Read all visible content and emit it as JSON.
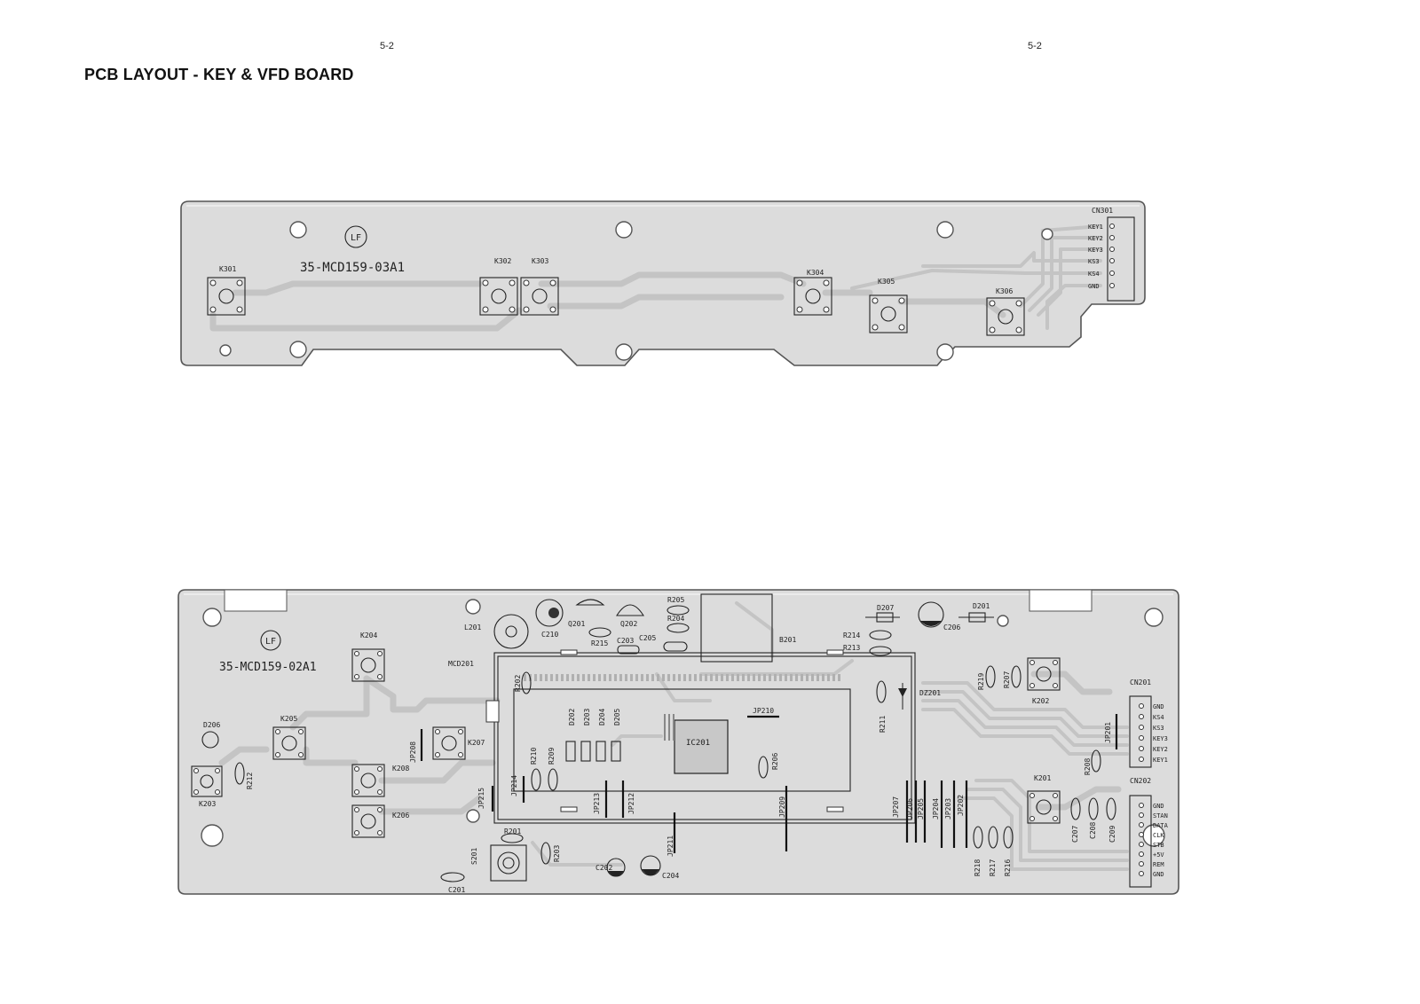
{
  "page": {
    "number_left": "5-2",
    "number_right": "5-2",
    "title": "PCB LAYOUT  - KEY & VFD BOARD"
  },
  "key_board": {
    "part_number": "35-MCD159-03A1",
    "lf_mark": "LF",
    "switches": [
      "K301",
      "K302",
      "K303",
      "K304",
      "K305",
      "K306"
    ],
    "connector": {
      "ref": "CN301",
      "pins": [
        "KEY1",
        "KEY2",
        "KEY3",
        "KS3",
        "KS4",
        "GND"
      ]
    }
  },
  "vfd_board": {
    "part_number": "35-MCD159-02A1",
    "lf_mark": "LF",
    "switches": [
      "K204",
      "K205",
      "K203",
      "K208",
      "K206",
      "K207",
      "K202",
      "K201"
    ],
    "components": {
      "C210": "C210",
      "L201": "L201",
      "Q201": "Q201",
      "Q202": "Q202",
      "R205": "R205",
      "R204": "R204",
      "R215": "R215",
      "C203": "C203",
      "C205": "C205",
      "B201": "B201",
      "D207": "D207",
      "D201": "D201",
      "C206": "C206",
      "R214": "R214",
      "R213": "R213",
      "MCD201": "MCD201",
      "R202": "R202",
      "D206": "D206",
      "R212": "R212",
      "JP208": "JP208",
      "R210": "R210",
      "R209": "R209",
      "D202": "D202",
      "D203": "D203",
      "D204": "D204",
      "D205": "D205",
      "IC201": "IC201",
      "JP210": "JP210",
      "R206": "R206",
      "R211": "R211",
      "DZ201": "DZ201",
      "R219": "R219",
      "R207": "R207",
      "JP201": "JP201",
      "R208": "R208",
      "JP214": "JP214",
      "JP215": "JP215",
      "JP213": "JP213",
      "JP212": "JP212",
      "JP209": "JP209",
      "JP211": "JP211",
      "JP207": "JP207",
      "JP206": "JP206",
      "JP205": "JP205",
      "JP204": "JP204",
      "JP203": "JP203",
      "JP202": "JP202",
      "R201": "R201",
      "S201": "S201",
      "R203": "R203",
      "C202": "C202",
      "C204": "C204",
      "C201": "C201",
      "R218": "R218",
      "R217": "R217",
      "R216": "R216",
      "C207": "C207",
      "C208": "C208",
      "C209": "C209"
    },
    "cn201": {
      "ref": "CN201",
      "pins": [
        "GND",
        "KS4",
        "KS3",
        "KEY3",
        "KEY2",
        "KEY1"
      ]
    },
    "cn202": {
      "ref": "CN202",
      "pins": [
        "GND",
        "STAN",
        "DATA",
        "CLK",
        "STB",
        "+5V",
        "REM",
        "GND"
      ]
    }
  }
}
